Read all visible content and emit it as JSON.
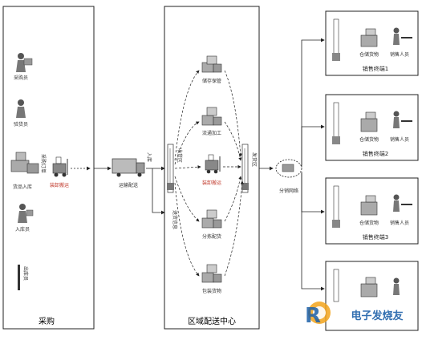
{
  "diagram": {
    "panels": {
      "procurement": "采购",
      "distribution": "区域配送中心"
    },
    "procurement": {
      "workers": [
        "采购员",
        "验货员",
        "入库员",
        "出库员"
      ],
      "vertical_note": "采购订单",
      "goods_label": "货品入库",
      "forklift_label": "装卸搬运"
    },
    "transport": {
      "truck_label": "运输配送",
      "side_note": "入库"
    },
    "dc": {
      "left_rack_label": "收货区",
      "right_rack_label": "发货区",
      "bottom_note": "退货信息",
      "nodes": [
        "储存保管",
        "流通加工",
        "装卸搬运",
        "分拣配货",
        "包装货物"
      ]
    },
    "hub": {
      "label": "分销网络"
    },
    "stores": [
      {
        "name": "销售终端1",
        "stock": "仓储货物",
        "clerk": "销售人员"
      },
      {
        "name": "销售终端2",
        "stock": "仓储货物",
        "clerk": "销售人员"
      },
      {
        "name": "销售终端3",
        "stock": "仓储货物",
        "clerk": "销售人员"
      },
      {
        "name": "",
        "stock": "",
        "clerk": ""
      }
    ],
    "watermark": "电子发烧友"
  }
}
